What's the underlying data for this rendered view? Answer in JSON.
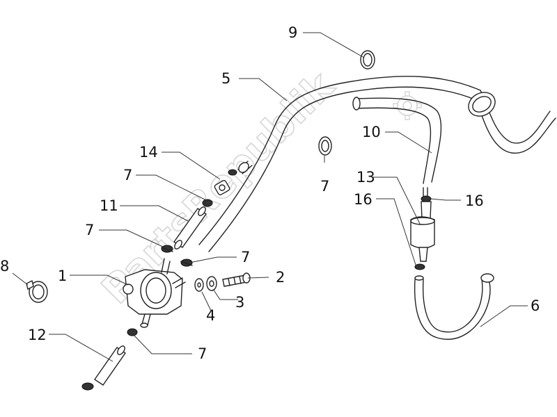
{
  "diagram": {
    "watermark": "PartsRepublik",
    "callouts": [
      {
        "id": "c9",
        "text": "9"
      },
      {
        "id": "c5",
        "text": "5"
      },
      {
        "id": "c10",
        "text": "10"
      },
      {
        "id": "c14",
        "text": "14"
      },
      {
        "id": "c7a",
        "text": "7"
      },
      {
        "id": "c7b",
        "text": "7"
      },
      {
        "id": "c11",
        "text": "11"
      },
      {
        "id": "c13",
        "text": "13"
      },
      {
        "id": "c16a",
        "text": "16"
      },
      {
        "id": "c16b",
        "text": "16"
      },
      {
        "id": "c7c",
        "text": "7"
      },
      {
        "id": "c7d",
        "text": "7"
      },
      {
        "id": "c8",
        "text": "8"
      },
      {
        "id": "c1",
        "text": "1"
      },
      {
        "id": "c2",
        "text": "2"
      },
      {
        "id": "c3",
        "text": "3"
      },
      {
        "id": "c4",
        "text": "4"
      },
      {
        "id": "c6",
        "text": "6"
      },
      {
        "id": "c12",
        "text": "12"
      },
      {
        "id": "c7e",
        "text": "7"
      }
    ]
  }
}
